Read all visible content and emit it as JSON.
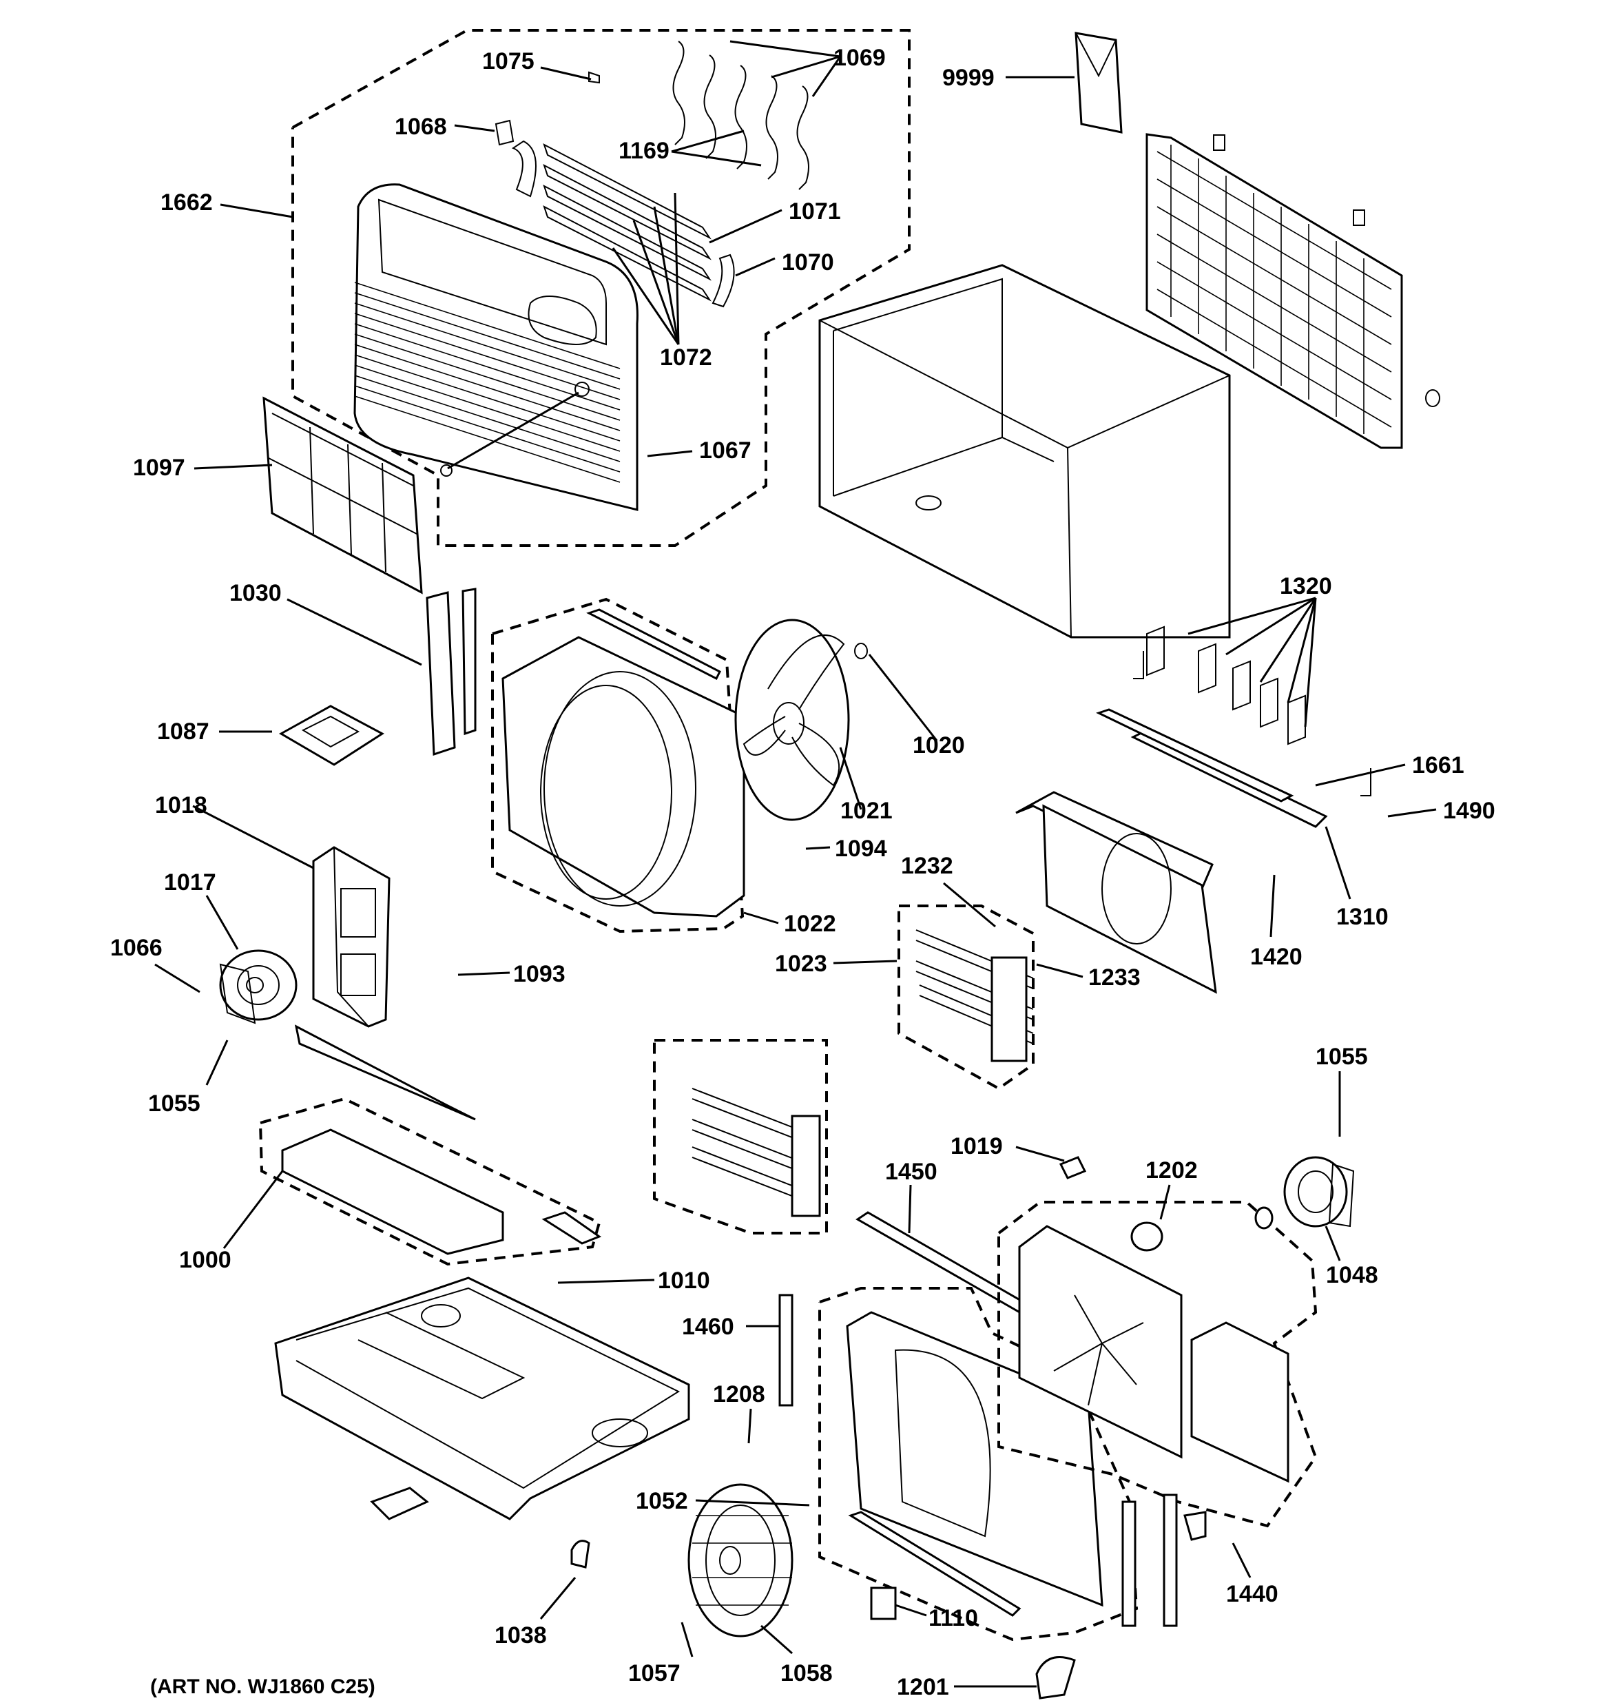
{
  "diagram": {
    "footer_note": "(ART NO. WJ1860 C25)",
    "labels": [
      {
        "id": "1075",
        "text": "1075"
      },
      {
        "id": "1069",
        "text": "1069"
      },
      {
        "id": "1068",
        "text": "1068"
      },
      {
        "id": "1169",
        "text": "1169"
      },
      {
        "id": "1662",
        "text": "1662"
      },
      {
        "id": "1071",
        "text": "1071"
      },
      {
        "id": "1070",
        "text": "1070"
      },
      {
        "id": "1072",
        "text": "1072"
      },
      {
        "id": "1067",
        "text": "1067"
      },
      {
        "id": "1097",
        "text": "1097"
      },
      {
        "id": "9999",
        "text": "9999"
      },
      {
        "id": "1030",
        "text": "1030"
      },
      {
        "id": "1320",
        "text": "1320"
      },
      {
        "id": "1020",
        "text": "1020"
      },
      {
        "id": "1087",
        "text": "1087"
      },
      {
        "id": "1661",
        "text": "1661"
      },
      {
        "id": "1490",
        "text": "1490"
      },
      {
        "id": "1018",
        "text": "1018"
      },
      {
        "id": "1021",
        "text": "1021"
      },
      {
        "id": "1094",
        "text": "1094"
      },
      {
        "id": "1232",
        "text": "1232"
      },
      {
        "id": "1017",
        "text": "1017"
      },
      {
        "id": "1310",
        "text": "1310"
      },
      {
        "id": "1022",
        "text": "1022"
      },
      {
        "id": "1066",
        "text": "1066"
      },
      {
        "id": "1023",
        "text": "1023"
      },
      {
        "id": "1420",
        "text": "1420"
      },
      {
        "id": "1093",
        "text": "1093"
      },
      {
        "id": "1233",
        "text": "1233"
      },
      {
        "id": "1055a",
        "text": "1055"
      },
      {
        "id": "1055b",
        "text": "1055"
      },
      {
        "id": "1019",
        "text": "1019"
      },
      {
        "id": "1450",
        "text": "1450"
      },
      {
        "id": "1202",
        "text": "1202"
      },
      {
        "id": "1000",
        "text": "1000"
      },
      {
        "id": "1048",
        "text": "1048"
      },
      {
        "id": "1010",
        "text": "1010"
      },
      {
        "id": "1460",
        "text": "1460"
      },
      {
        "id": "1208",
        "text": "1208"
      },
      {
        "id": "1052",
        "text": "1052"
      },
      {
        "id": "1440",
        "text": "1440"
      },
      {
        "id": "1110",
        "text": "1110"
      },
      {
        "id": "1038",
        "text": "1038"
      },
      {
        "id": "1057",
        "text": "1057"
      },
      {
        "id": "1058",
        "text": "1058"
      },
      {
        "id": "1201",
        "text": "1201"
      }
    ]
  }
}
